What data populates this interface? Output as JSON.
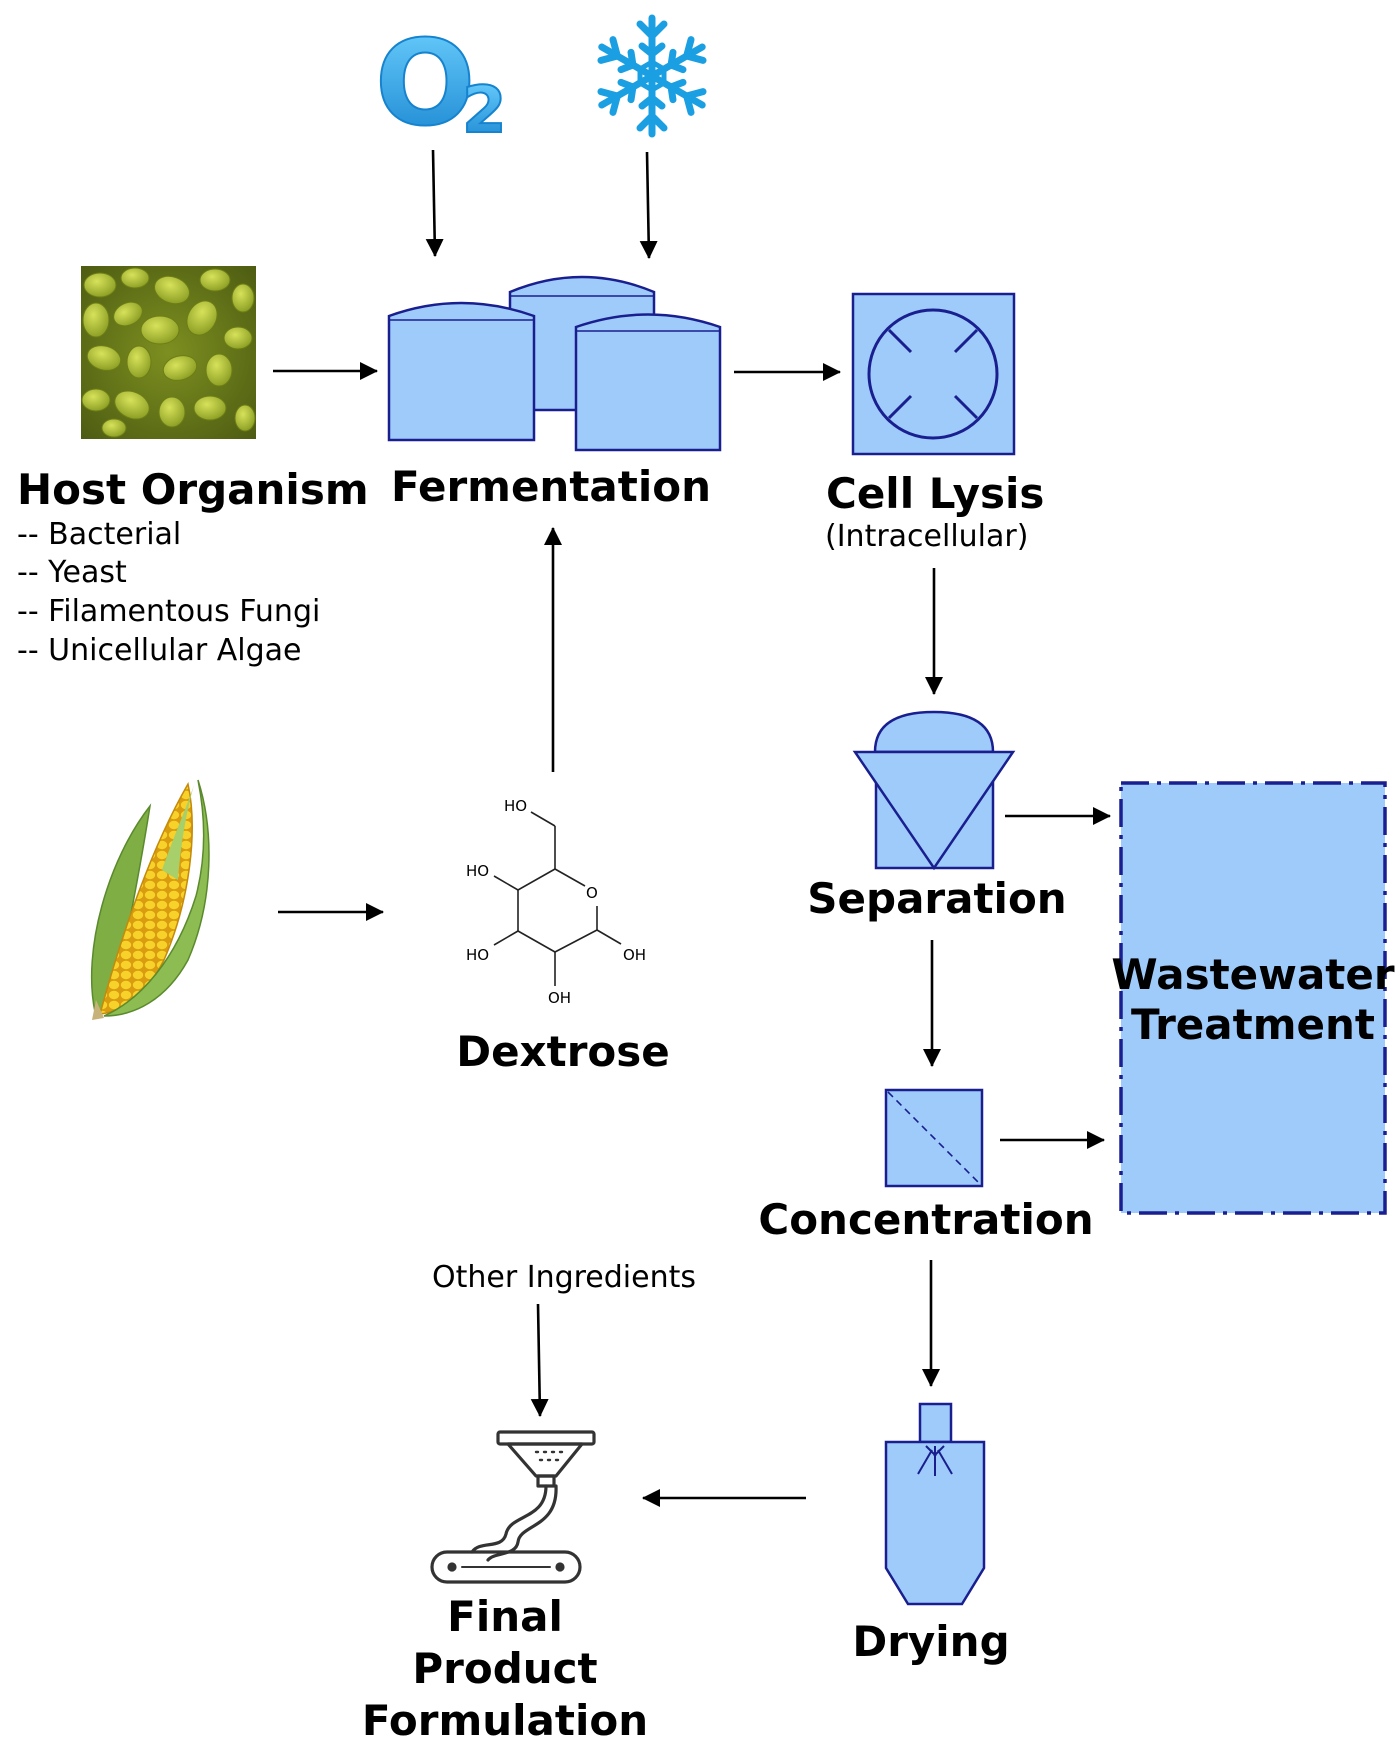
{
  "nodes": {
    "host_organism": {
      "title": "Host Organism",
      "items": [
        "-- Bacterial",
        "-- Yeast",
        "-- Filamentous Fungi",
        "-- Unicellular Algae"
      ]
    },
    "fermentation": {
      "title": "Fermentation"
    },
    "cell_lysis": {
      "title": "Cell Lysis",
      "subtitle": "(Intracellular)"
    },
    "separation": {
      "title": "Separation"
    },
    "wastewater": {
      "line1": "Wastewater",
      "line2": "Treatment"
    },
    "concentration": {
      "title": "Concentration"
    },
    "drying": {
      "title": "Drying"
    },
    "dextrose": {
      "title": "Dextrose",
      "atoms": {
        "ho_top": "HO",
        "ho_left": "HO",
        "ho_bottom_left": "HO",
        "o_ring": "O",
        "oh_right": "OH",
        "oh_bottom": "OH"
      }
    },
    "other_ingredients": {
      "title": "Other Ingredients"
    },
    "final_product": {
      "line1": "Final",
      "line2": "Product",
      "line3": "Formulation"
    },
    "oxygen": {
      "main": "O",
      "sub": "2"
    }
  },
  "icons": {
    "oxygen": "oxygen-o2-icon",
    "cold": "snowflake-icon",
    "host": "yeast-cells-image",
    "corn": "corn-cob-image",
    "mixer": "powder-mixer-conveyor-icon"
  },
  "colors": {
    "equipment_fill": "#9fcbfb",
    "equipment_stroke": "#1a1f8f",
    "oxygen_blue": "#2aa7e8",
    "snowflake_blue": "#1b9fe3",
    "yeast_green": "#a8b83a",
    "corn_yellow": "#f3c61c",
    "husk_green": "#7fae45"
  }
}
